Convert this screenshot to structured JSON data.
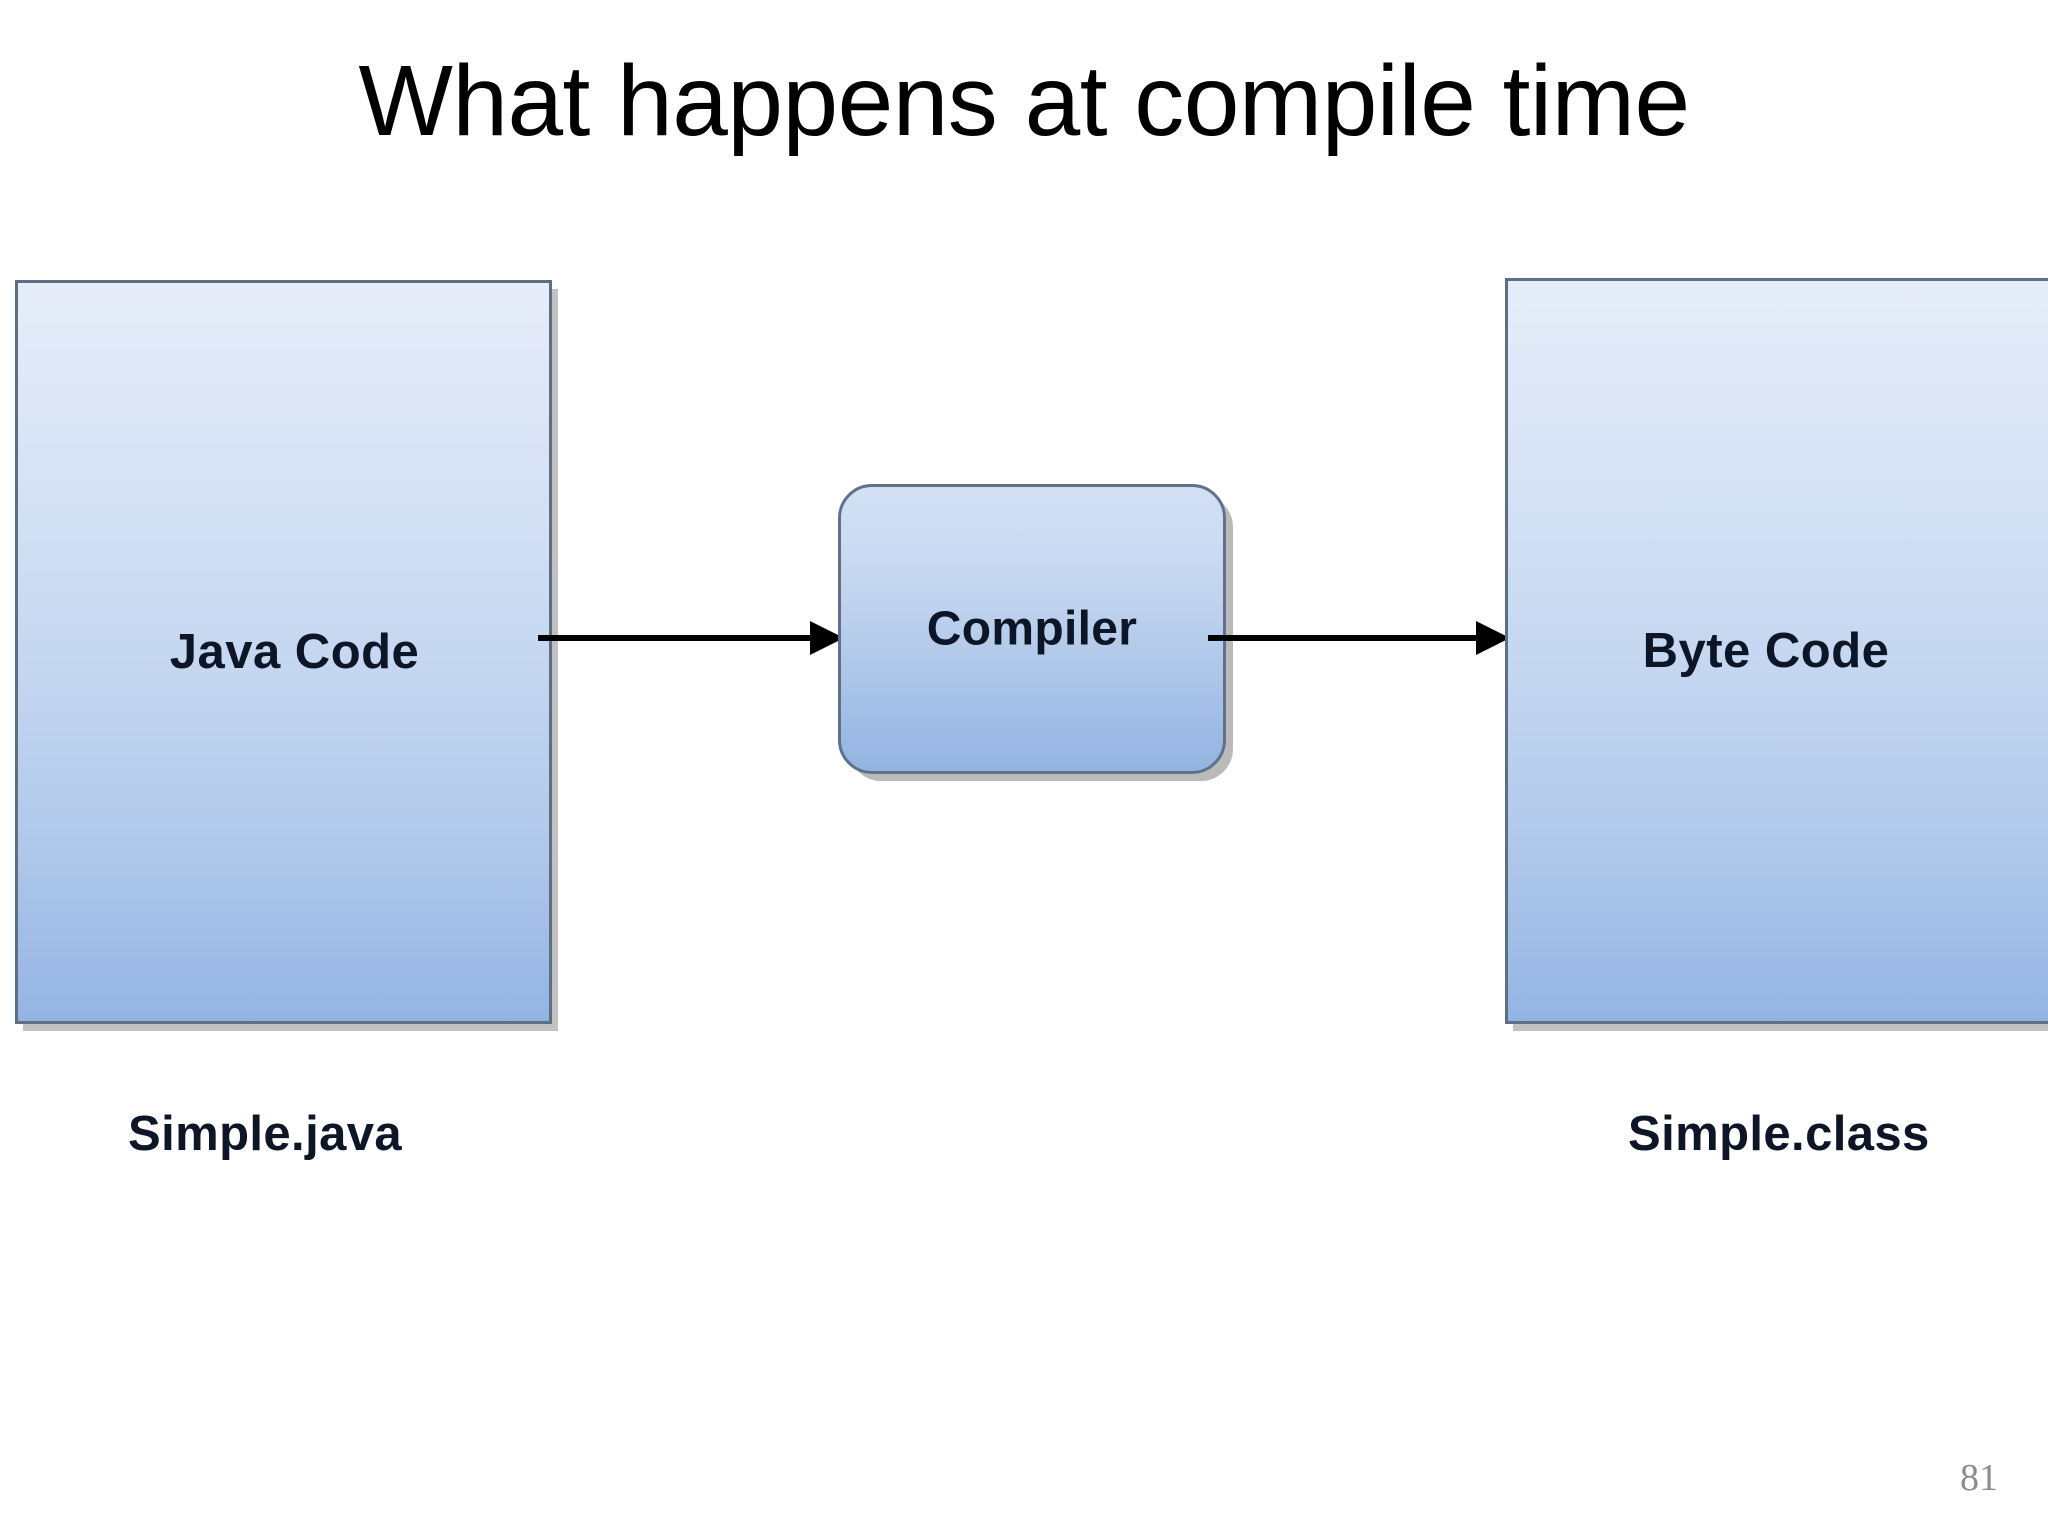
{
  "slide": {
    "title": "What happens at compile time",
    "page_number": "81",
    "background_color": "#ffffff"
  },
  "diagram": {
    "type": "flow",
    "direction": "left-to-right",
    "nodes": [
      {
        "id": "java-code",
        "label": "Java Code",
        "shape": "rectangle",
        "caption": "Simple.java",
        "fill_top": "#e6edf9",
        "fill_bottom": "#93b4e3",
        "border_color": "#5e6f85",
        "text_color": "#0d1626"
      },
      {
        "id": "compiler",
        "label": "Compiler",
        "shape": "rounded-rectangle",
        "caption": "",
        "fill_top": "#d3e0f4",
        "fill_bottom": "#93b3e1",
        "border_color": "#61718a",
        "text_color": "#0d1626"
      },
      {
        "id": "byte-code",
        "label": "Byte Code",
        "shape": "rectangle",
        "caption": "Simple.class",
        "fill_top": "#e6edf9",
        "fill_bottom": "#93b4e3",
        "border_color": "#5e6f85",
        "text_color": "#0d1626"
      }
    ],
    "edges": [
      {
        "id": "edge-java-to-compiler",
        "from": "java-code",
        "to": "compiler",
        "style": "solid-arrow",
        "color": "#000000"
      },
      {
        "id": "edge-compiler-to-bytecode",
        "from": "compiler",
        "to": "byte-code",
        "style": "solid-arrow",
        "color": "#000000"
      }
    ]
  }
}
